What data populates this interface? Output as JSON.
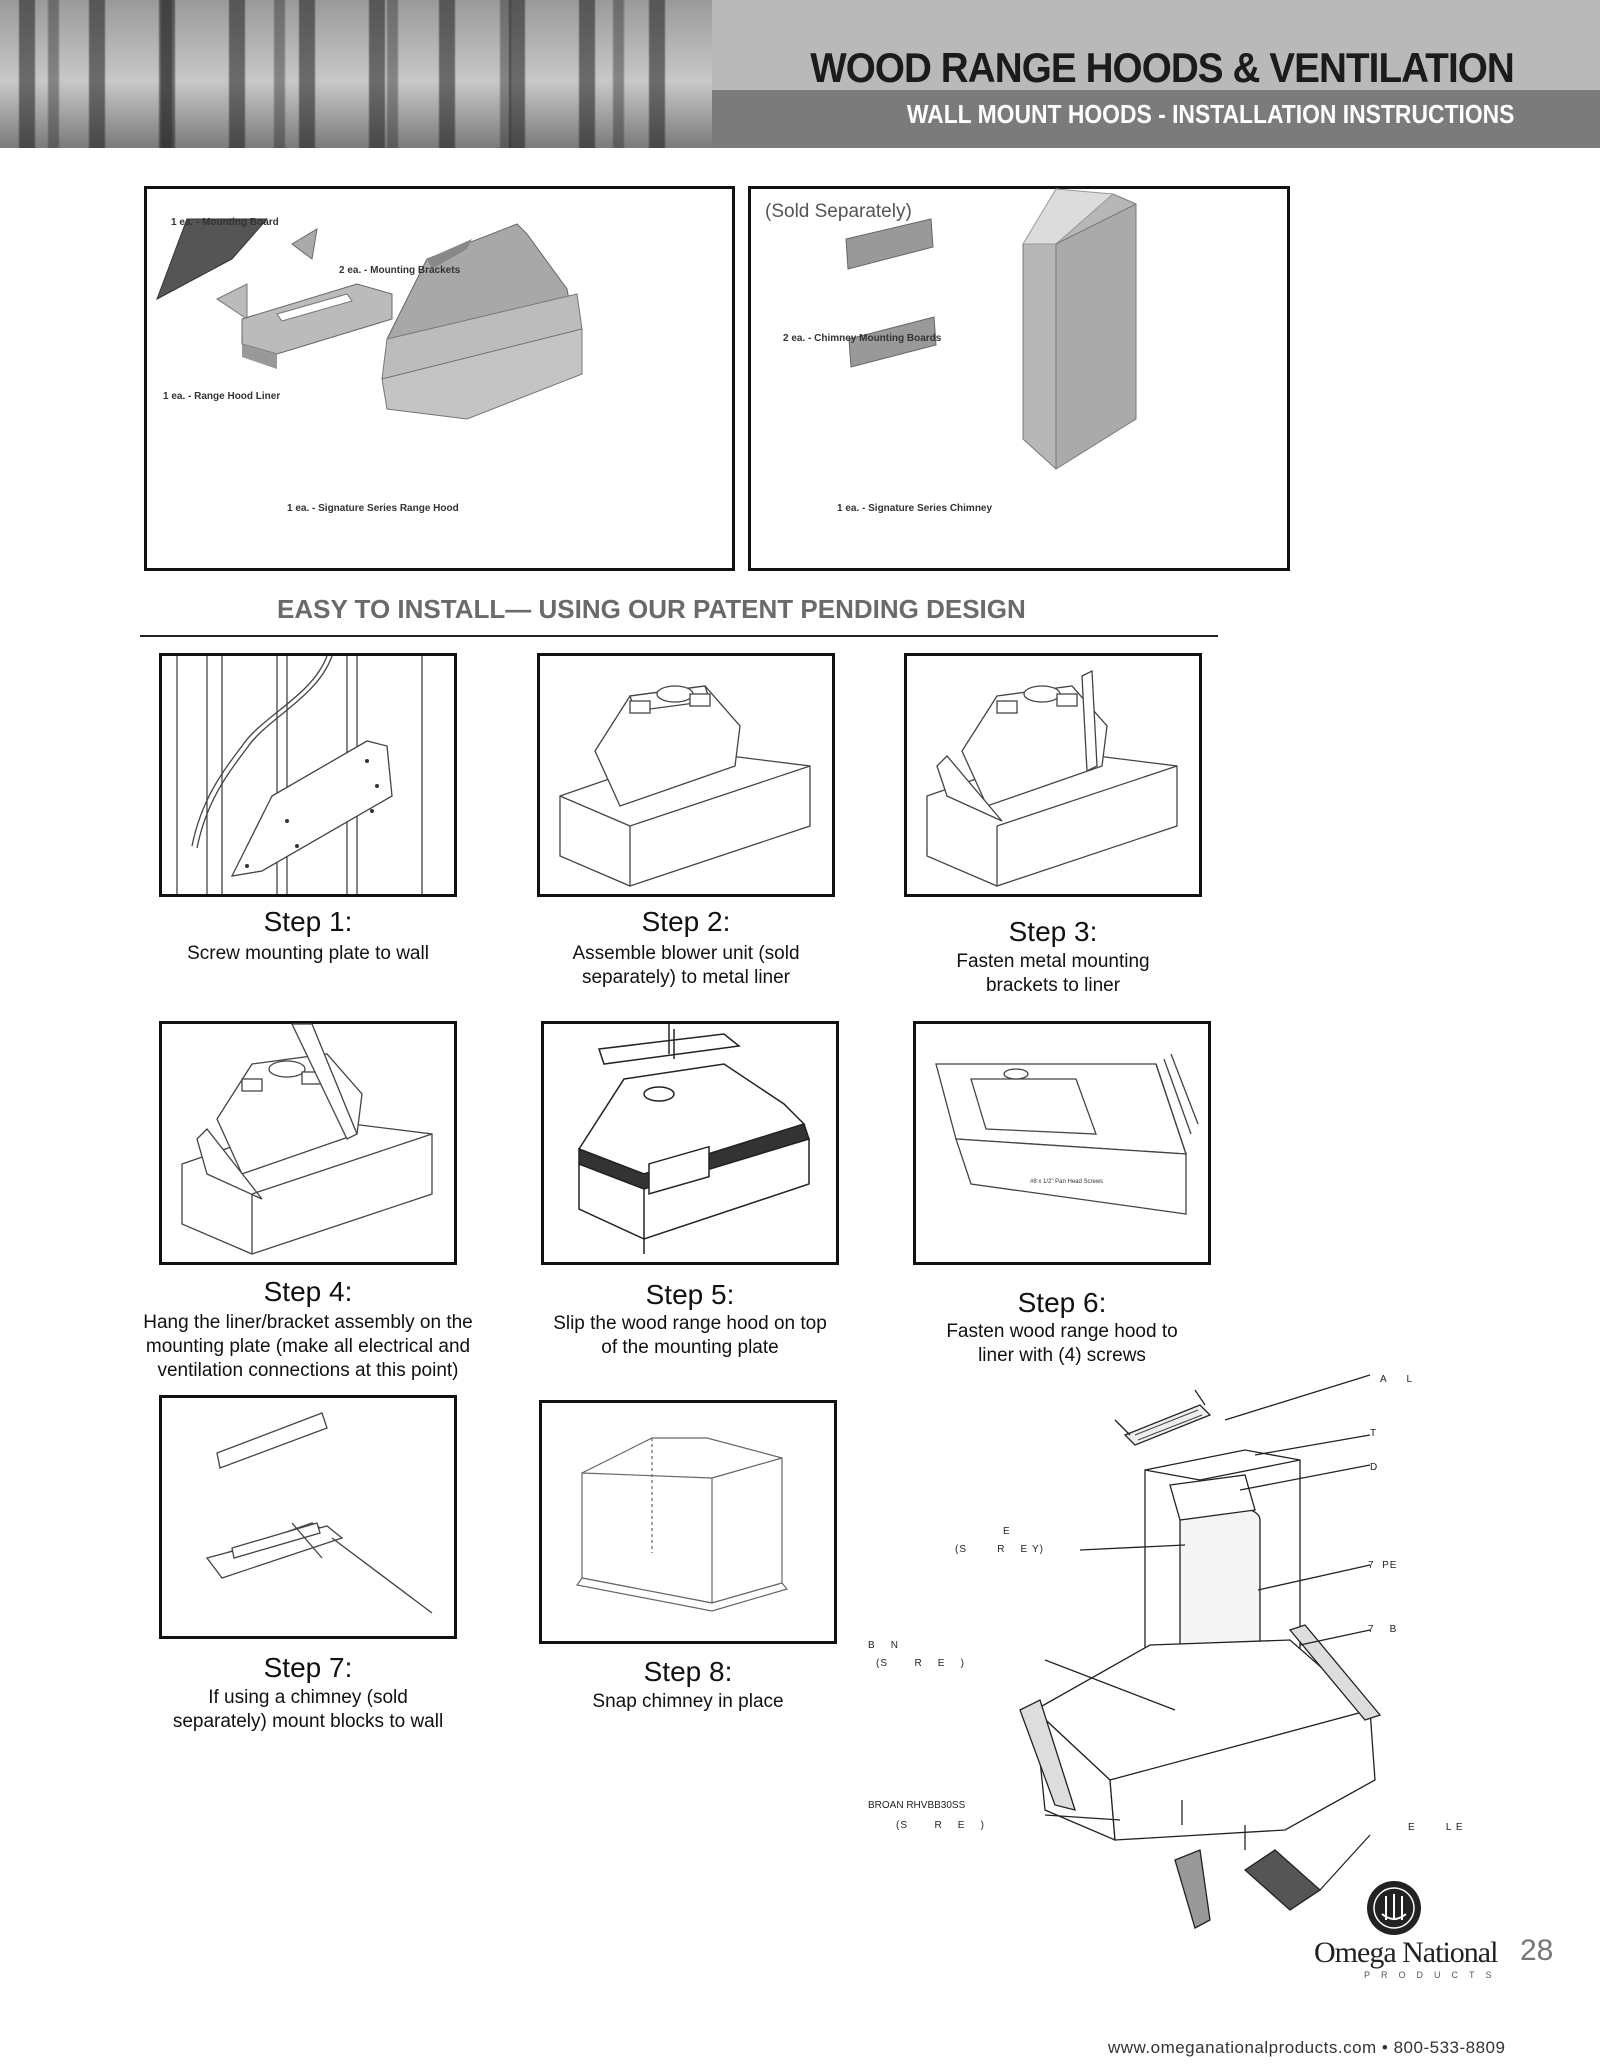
{
  "header": {
    "title": "WOOD RANGE HOODS & VENTILATION",
    "subtitle": "WALL MOUNT HOODS - INSTALLATION INSTRUCTIONS"
  },
  "parts_panel": {
    "labels": {
      "mounting_board": "1 ea. - Mounting Board",
      "mounting_brackets": "2 ea. - Mounting Brackets",
      "range_hood_liner": "1 ea. - Range Hood Liner",
      "range_hood": "1 ea. - Signature Series Range Hood"
    }
  },
  "chimney_panel": {
    "note": "(Sold Separately)",
    "labels": {
      "chimney_boards": "2 ea. - Chimney Mounting Boards",
      "chimney": "1 ea. - Signature Series Chimney"
    }
  },
  "install_heading": "EASY TO INSTALL— USING OUR PATENT PENDING DESIGN",
  "steps": [
    {
      "title": "Step 1:",
      "lines": [
        "Screw mounting plate to wall"
      ]
    },
    {
      "title": "Step 2:",
      "lines": [
        "Assemble blower unit (sold",
        "separately) to metal liner"
      ]
    },
    {
      "title": "Step 3:",
      "lines": [
        "Fasten metal mounting",
        "brackets to liner"
      ]
    },
    {
      "title": "Step 4:",
      "lines": [
        "Hang the liner/bracket assembly on the",
        "mounting plate (make all electrical and",
        "ventilation connections at this point)"
      ]
    },
    {
      "title": "Step 5:",
      "lines": [
        "Slip the wood range hood on top",
        "of the mounting plate"
      ]
    },
    {
      "title": "Step 6:",
      "lines": [
        "Fasten wood range hood to",
        "liner with (4) screws"
      ]
    },
    {
      "title": "Step 7:",
      "lines": [
        "If using a chimney (sold",
        "separately) mount blocks to wall"
      ]
    },
    {
      "title": "Step 8:",
      "lines": [
        "Snap chimney in place"
      ]
    }
  ],
  "step6_callout": "#8 x 1/2\" Pan Head Screws",
  "diagram_labels": {
    "top1": "A     L",
    "top2": "T",
    "top3": "D",
    "left1": "E",
    "left1b": "(S        R    E Y)",
    "right1": "7  PE",
    "right2": "7    B",
    "left2": "B    N",
    "left2b": "(S       R    E    )",
    "bottom1": "BROAN RHVBB30SS",
    "bottom1b": "(S       R    E    )",
    "bottom_right": "E        L E"
  },
  "brand": {
    "name": "Omega National",
    "tagline": "PRODUCTS"
  },
  "page_number": "28",
  "footer": "www.omeganationalproducts.com • 800-533-8809"
}
